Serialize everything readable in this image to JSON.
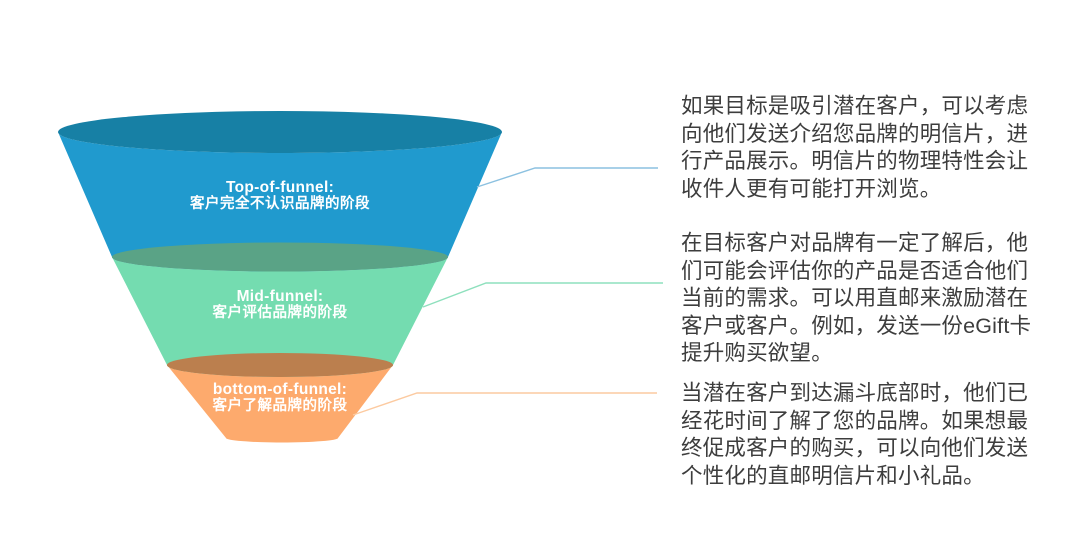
{
  "background_color": "#ffffff",
  "funnel": {
    "stages": [
      {
        "id": "top-of-funnel",
        "title": "Top-of-funnel:",
        "subtitle": "客户完全不认识品牌的阶段",
        "body_color": "#209ace",
        "mouth_color": "#1780a5",
        "connector_color": "#8cc1e0"
      },
      {
        "id": "mid-funnel",
        "title": "Mid-funnel:",
        "subtitle": "客户评估品牌的阶段",
        "body_color": "#74dcb0",
        "mouth_color": "#5aa386",
        "connector_color": "#8ee0bd"
      },
      {
        "id": "bottom-of-funnel",
        "title": "bottom-of-funnel:",
        "subtitle": "客户了解品牌的阶段",
        "body_color": "#fdaa6d",
        "mouth_color": "#bb7f4e",
        "connector_color": "#fccaa0"
      }
    ]
  },
  "descriptions": [
    {
      "lines": [
        "如果目标是吸引潜在客户，可以考虑",
        "向他们发送介绍您品牌的明信片，进",
        "行产品展示。明信片的物理特性会让",
        "收件人更有可能打开浏览。"
      ]
    },
    {
      "lines": [
        "在目标客户对品牌有一定了解后，他",
        "们可能会评估你的产品是否适合他们",
        "当前的需求。可以用直邮来激励潜在",
        "客户或客户。例如，发送一份eGift卡",
        "提升购买欲望。"
      ]
    },
    {
      "lines": [
        "当潜在客户到达漏斗底部时，他们已",
        "经花时间了解了您的品牌。如果想最",
        "终促成客户的购买，可以向他们发送",
        "个性化的直邮明信片和小礼品。"
      ]
    }
  ]
}
